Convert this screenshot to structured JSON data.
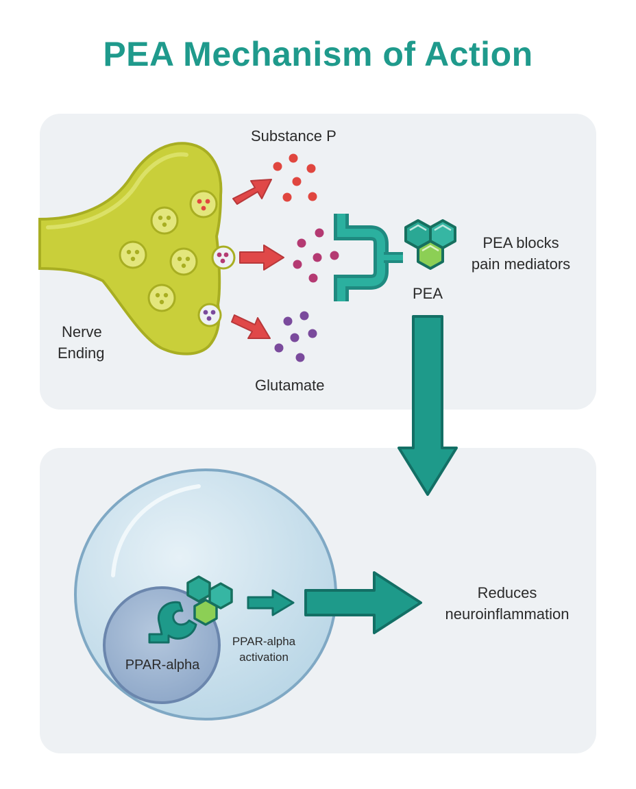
{
  "title": "PEA Mechanism of Action",
  "labels": {
    "substance_p": "Substance P",
    "nerve_ending_line1": "Nerve",
    "nerve_ending_line2": "Ending",
    "glutamate": "Glutamate",
    "pea_blocks_line1": "PEA blocks",
    "pea_blocks_line2": "pain mediators",
    "pea": "PEA",
    "ppar_alpha": "PPAR-alpha",
    "ppar_activation_line1": "PPAR-alpha",
    "ppar_activation_line2": "activation",
    "reduces_line1": "Reduces",
    "reduces_line2": "neuroinflammation"
  },
  "icons": {
    "hexagon_molecule": "pea-molecule-icon",
    "receptor": "ppar-receptor-icon",
    "blocker": "blocking-bracket-icon"
  },
  "colors": {
    "title": "#1f9a8c",
    "panel": "#eef1f4",
    "nerve_fill": "#c9cf3a",
    "teal": "#1f9a8c",
    "red_arrow": "#e04848",
    "substance_p_dots": "#e0463f",
    "mixed_dots": "#b43a72",
    "glutamate_dots": "#7a4a9c",
    "cell_fill": "#cfe3ee",
    "nucleus_fill": "#9fb6d2"
  }
}
